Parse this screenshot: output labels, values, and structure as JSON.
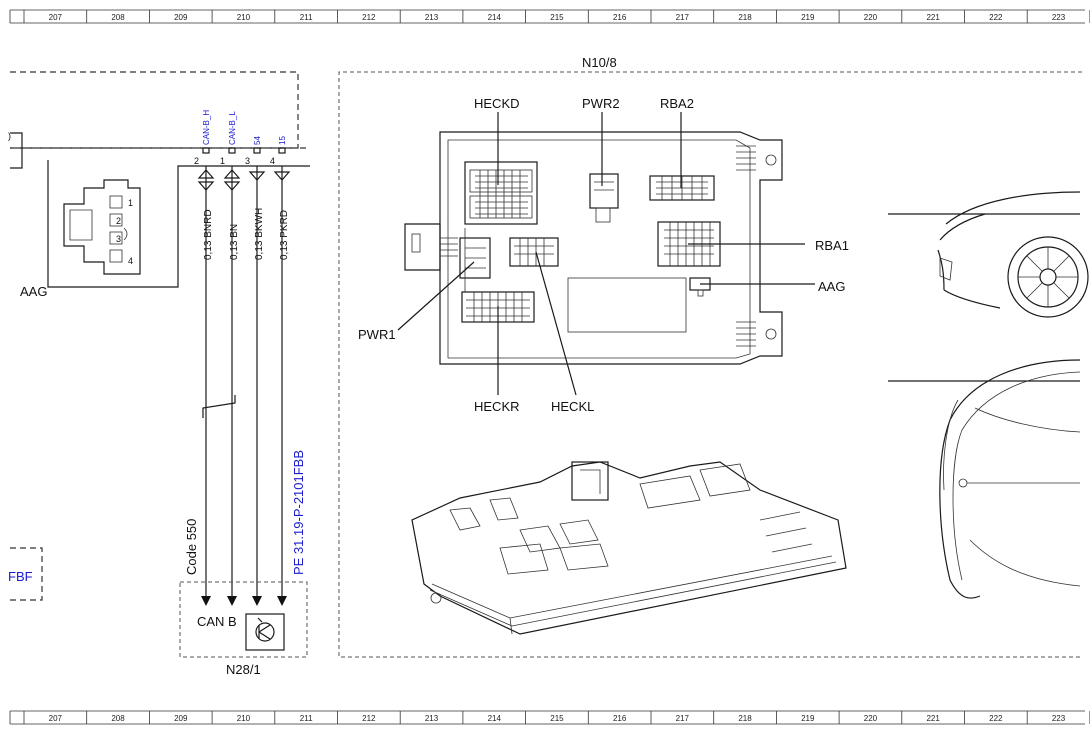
{
  "ruler": {
    "cells": [
      "207",
      "208",
      "209",
      "210",
      "211",
      "212",
      "213",
      "214",
      "215",
      "216",
      "217",
      "218",
      "219",
      "220",
      "221",
      "222",
      "223"
    ]
  },
  "left_module": {
    "label": "AAG",
    "pins": [
      {
        "number": "2",
        "signal": "CAN-B_H",
        "wire": "0,13 BNRD"
      },
      {
        "number": "1",
        "signal": "CAN-B_L",
        "wire": "0,13 BN"
      },
      {
        "number": "3",
        "signal": "54",
        "wire": "0,13 BKWH"
      },
      {
        "number": "4",
        "signal": "15",
        "wire": "0,13 PKRD"
      }
    ],
    "connector_pins": [
      "1",
      "2",
      "3",
      "4"
    ]
  },
  "code_label": "Code 550",
  "pe_reference": "PE 31.19-P-2101FBB",
  "fbf_label": "FBF",
  "n28": {
    "label": "N28/1",
    "can_label": "CAN B"
  },
  "n10": {
    "label": "N10/8",
    "connectors": {
      "heckd": "HECKD",
      "pwr2": "PWR2",
      "rba2": "RBA2",
      "rba1": "RBA1",
      "aag": "AAG",
      "pwr1": "PWR1",
      "heckr": "HECKR",
      "heckl": "HECKL"
    }
  }
}
